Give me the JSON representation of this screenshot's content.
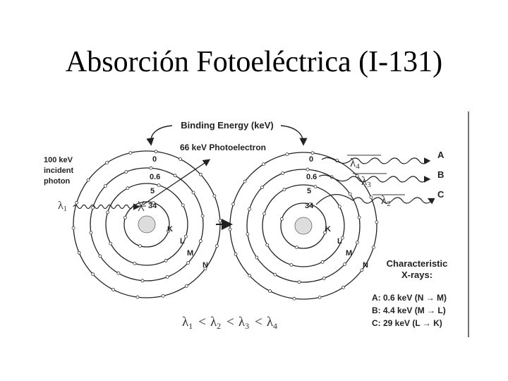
{
  "title": "Absorción Fotoeléctrica (I-131)",
  "diagram": {
    "binding_energy_label": "Binding Energy (keV)",
    "photoelectron_label": "66 keV Photoelectron",
    "incident_line1": "100 keV",
    "incident_line2": "incident",
    "incident_line3": "photon",
    "shell_energies": [
      "0",
      "0.6",
      "5",
      "34"
    ],
    "shell_letters": [
      "K",
      "L",
      "M",
      "N"
    ],
    "lambda_symbol": "λ",
    "lambda_sub_1": "1",
    "lambda_sub_2": "2",
    "lambda_sub_3": "3",
    "lambda_sub_4": "4",
    "less_than": "<",
    "xray_labels": [
      "A",
      "B",
      "C"
    ],
    "characteristic_line1": "Characteristic",
    "characteristic_line2": "X-rays:",
    "transitions": [
      "A: 0.6 keV (N → M)",
      "B: 4.4 keV (M → L)",
      "C: 29 keV  (L → K)"
    ]
  }
}
